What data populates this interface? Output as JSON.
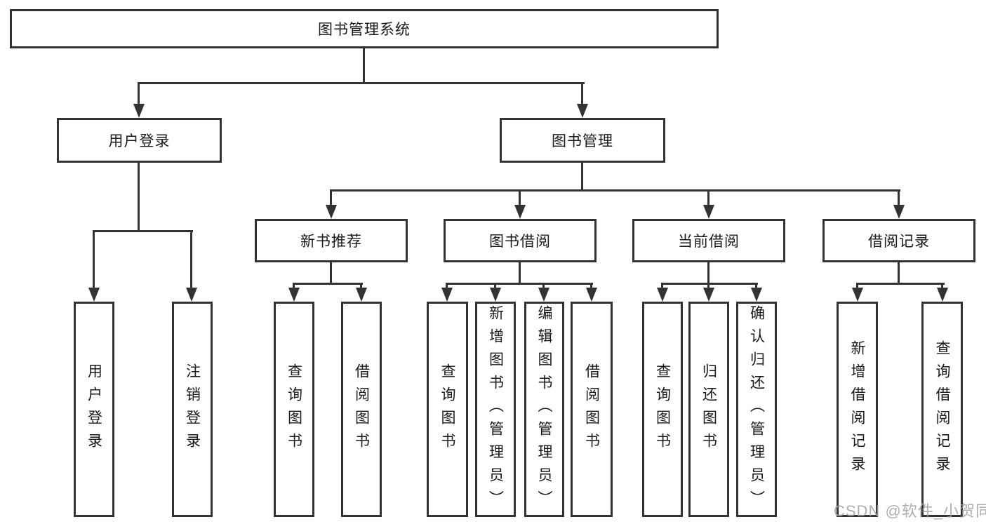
{
  "tree": {
    "label": "图书管理系统",
    "children": [
      {
        "label": "用户登录",
        "children": [
          {
            "label": "用户登录"
          },
          {
            "label": "注销登录"
          }
        ]
      },
      {
        "label": "图书管理",
        "children": [
          {
            "label": "新书推荐",
            "children": [
              {
                "label": "查询图书"
              },
              {
                "label": "借阅图书"
              }
            ]
          },
          {
            "label": "图书借阅",
            "children": [
              {
                "label": "查询图书"
              },
              {
                "label": "新增图书（管理员）"
              },
              {
                "label": "编辑图书（管理员）"
              },
              {
                "label": "借阅图书"
              }
            ]
          },
          {
            "label": "当前借阅",
            "children": [
              {
                "label": "查询图书"
              },
              {
                "label": "归还图书"
              },
              {
                "label": "确认归还（管理员）"
              }
            ]
          },
          {
            "label": "借阅记录",
            "children": [
              {
                "label": "新增借阅记录"
              },
              {
                "label": "查询借阅记录"
              }
            ]
          }
        ]
      }
    ]
  },
  "watermark": {
    "text": "CSDN @软件_小贺同学"
  },
  "colors": {
    "line": "#333333",
    "text": "#1a1a1a",
    "background": "#ffffff",
    "watermark": "#a0a0a0"
  }
}
